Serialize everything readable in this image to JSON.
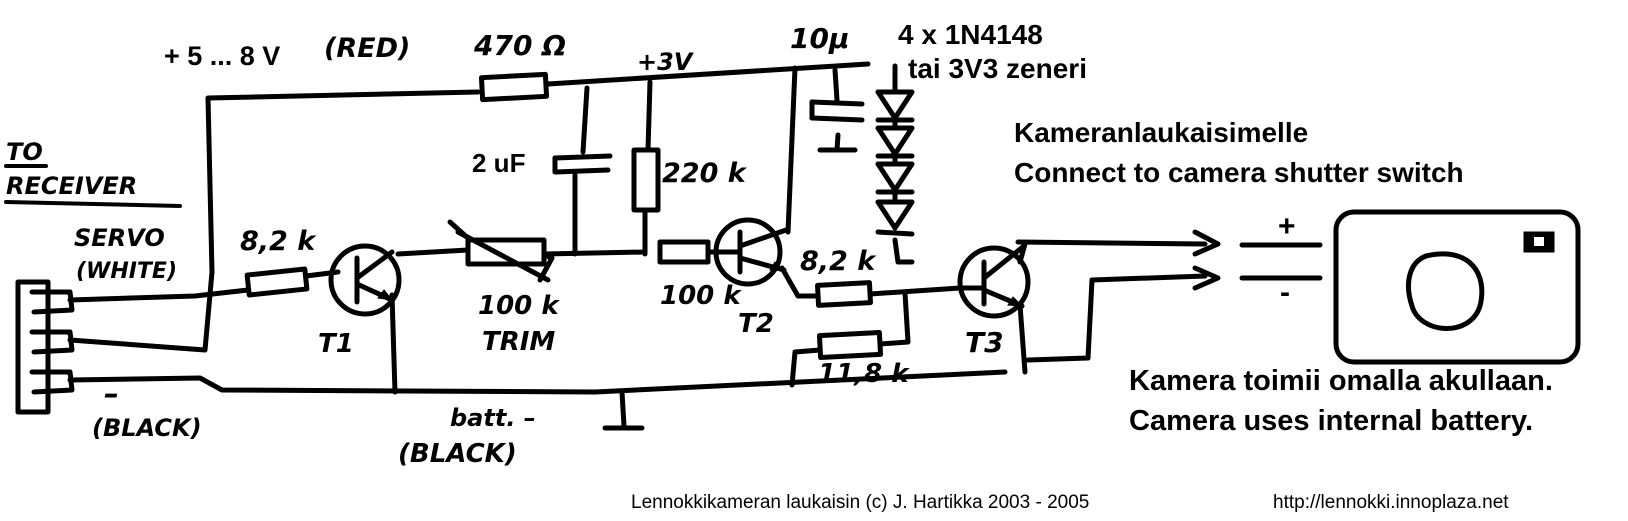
{
  "labels": {
    "supply": "+ 5 ... 8 V",
    "supply_color": "(RED)",
    "r_470": "470 Ω",
    "plus_3v": "+3V",
    "cap_10u": "10μ",
    "diodes_line1": "4 x 1N4148",
    "diodes_line2": "tai 3V3 zeneri",
    "to_receiver_line1": "TO",
    "to_receiver_line2": "RECEIVER",
    "servo": "SERVO",
    "servo_color": "(WHITE)",
    "r_8k2_in": "8,2 k",
    "cap_2u": "2 uF",
    "r_220k": "220 k",
    "trim_value": "100 k",
    "trim_label": "TRIM",
    "r_100k": "100 k",
    "t1": "T1",
    "t2": "T2",
    "t3": "T3",
    "r_8k2_t3": "8,2 k",
    "r_11k8": "11,8 k",
    "minus": "–",
    "black": "(BLACK)",
    "batt_minus": "batt. –",
    "batt_black": "(BLACK)",
    "camera_fi": "Kameranlaukaisimelle",
    "camera_en": "Connect to camera shutter switch",
    "plus_sign": "+",
    "minus_sign": "-",
    "battery_fi": "Kamera toimii omalla akullaan.",
    "battery_en": "Camera uses internal battery.",
    "footer_title": "Lennokkikameran laukaisin  (c) J. Hartikka 2003 - 2005",
    "footer_url": "http://lennokki.innoplaza.net"
  }
}
